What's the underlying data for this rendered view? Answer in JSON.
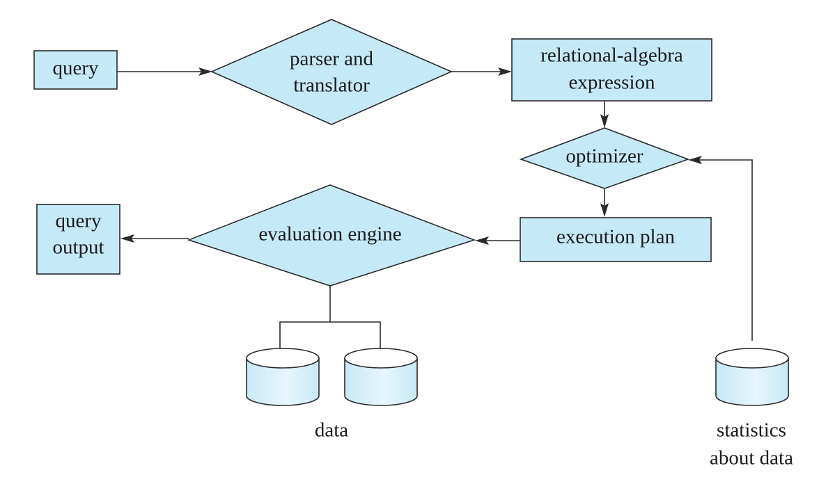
{
  "diagram": {
    "nodes": {
      "query": {
        "label": "query"
      },
      "parser": {
        "line1": "parser and",
        "line2": "translator"
      },
      "relational_algebra": {
        "line1": "relational-algebra",
        "line2": "expression"
      },
      "optimizer": {
        "label": "optimizer"
      },
      "execution_plan": {
        "label": "execution plan"
      },
      "evaluation_engine": {
        "label": "evaluation engine"
      },
      "query_output": {
        "line1": "query",
        "line2": "output"
      }
    },
    "stores": {
      "data": {
        "label": "data"
      },
      "statistics": {
        "line1": "statistics",
        "line2": "about data"
      }
    },
    "edges": [
      {
        "from": "query",
        "to": "parser and translator"
      },
      {
        "from": "parser and translator",
        "to": "relational-algebra expression"
      },
      {
        "from": "relational-algebra expression",
        "to": "optimizer"
      },
      {
        "from": "statistics about data",
        "to": "optimizer"
      },
      {
        "from": "optimizer",
        "to": "execution plan"
      },
      {
        "from": "execution plan",
        "to": "evaluation engine"
      },
      {
        "from": "evaluation engine",
        "to": "query output"
      },
      {
        "from": "evaluation engine",
        "to": "data"
      }
    ]
  },
  "colors": {
    "node_fill": "#c6e9f8",
    "stroke": "#2a2a2a",
    "background": "#ffffff"
  }
}
